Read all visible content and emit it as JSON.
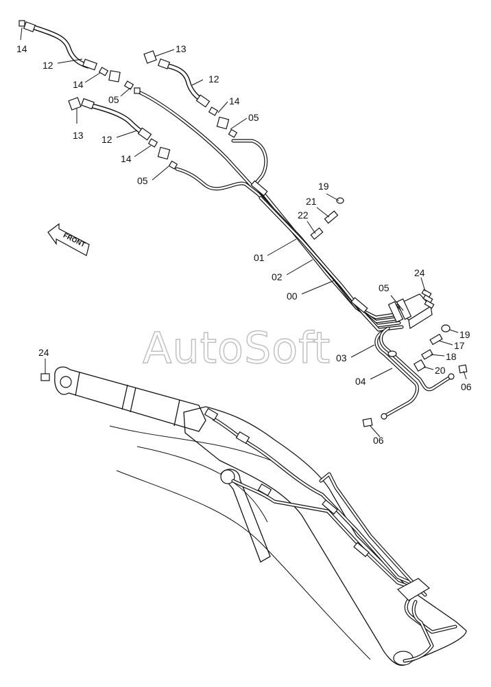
{
  "watermark": "AutoSoft",
  "front_arrow": {
    "label": "FRONT"
  },
  "callouts": {
    "c14a": "14",
    "c12a": "12",
    "c14b": "14",
    "c05a": "05",
    "c13a": "13",
    "c12b": "12",
    "c14c": "14",
    "c05b": "05",
    "c13b": "13",
    "c12c": "12",
    "c14d": "14",
    "c05c": "05",
    "c19a": "19",
    "c21": "21",
    "c22": "22",
    "c01": "01",
    "c02": "02",
    "c00": "00",
    "c05d": "05",
    "c24a": "24",
    "c19b": "19",
    "c17": "17",
    "c03": "03",
    "c18": "18",
    "c20": "20",
    "c04": "04",
    "c06a": "06",
    "c06b": "06",
    "c24b": "24"
  }
}
